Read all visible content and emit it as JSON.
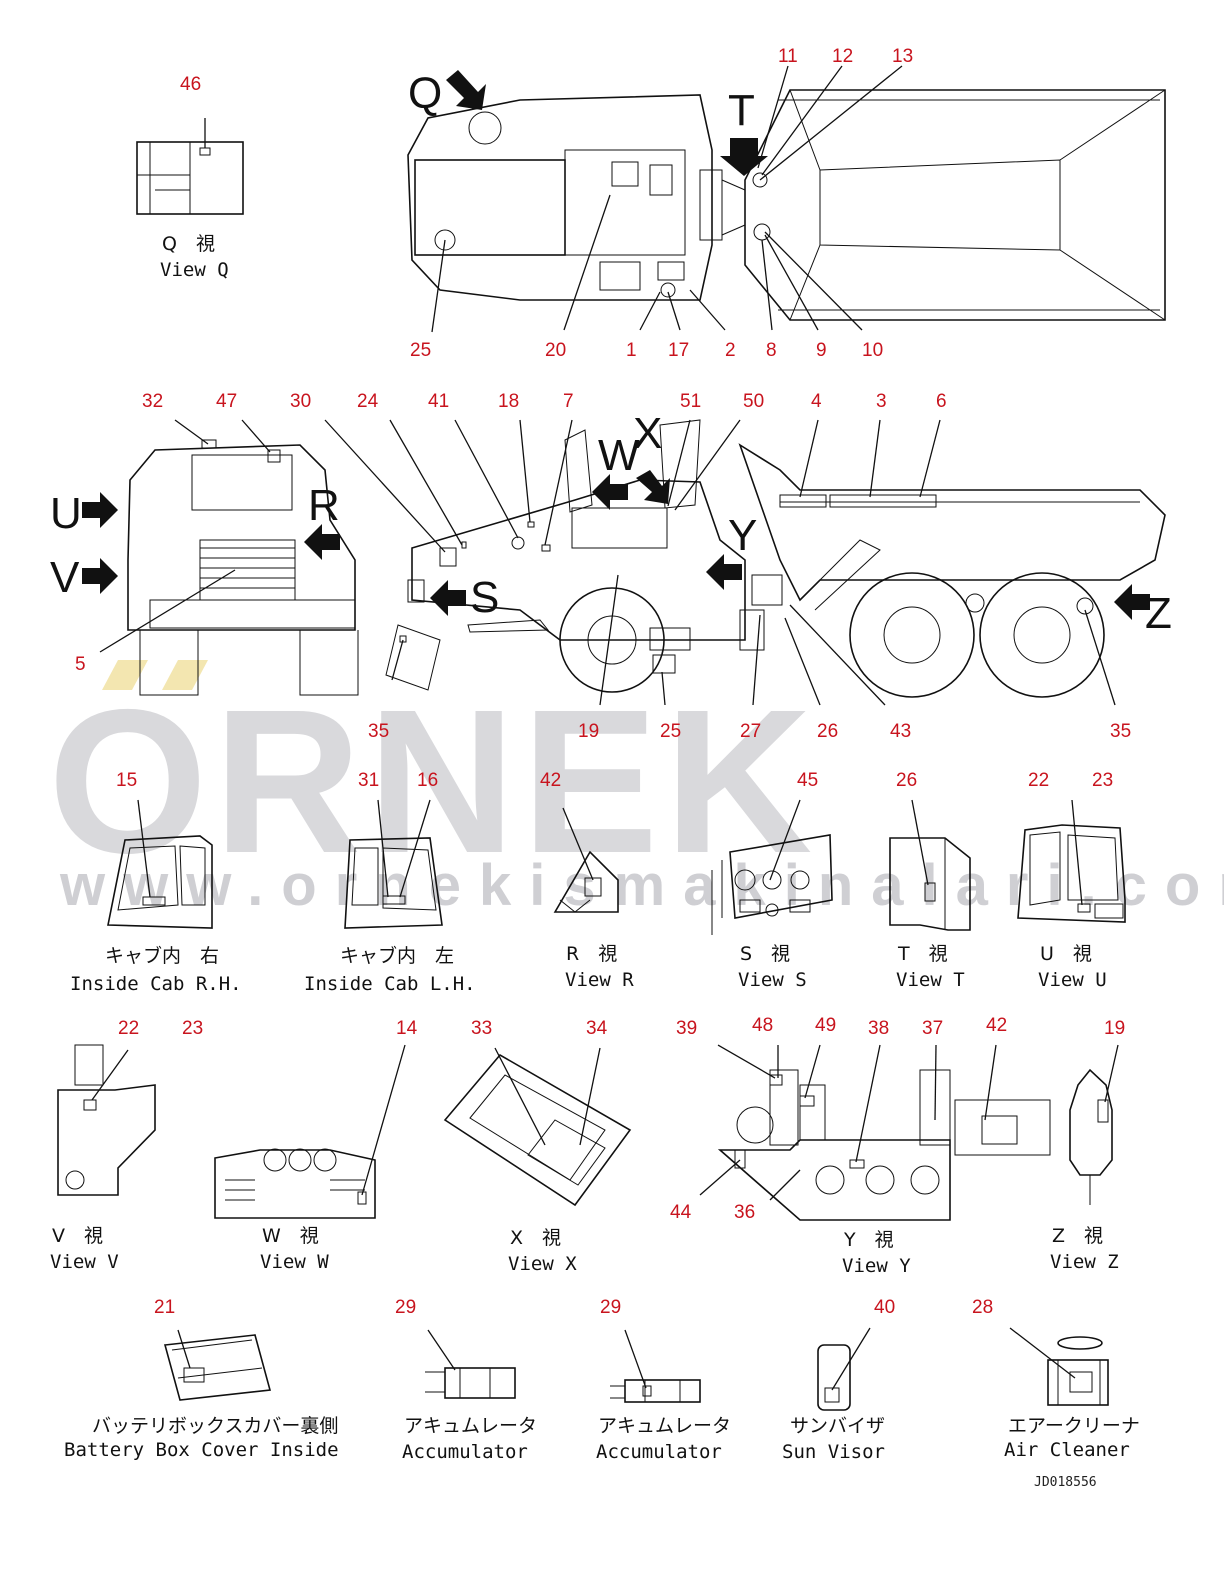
{
  "watermark": {
    "brand": "ORNEK",
    "url": "www.ornekismakinalari.com.tr"
  },
  "drawing_ref": "JD018556",
  "view_letters": {
    "Q": "Q",
    "T": "T",
    "U": "U",
    "V": "V",
    "R": "R",
    "S": "S",
    "W": "W",
    "X": "X",
    "Y": "Y",
    "Z": "Z"
  },
  "callouts": {
    "top_view": [
      "46",
      "11",
      "12",
      "13",
      "25",
      "20",
      "1",
      "17",
      "2",
      "8",
      "9",
      "10"
    ],
    "side_view": [
      "32",
      "47",
      "30",
      "24",
      "41",
      "18",
      "7",
      "51",
      "50",
      "4",
      "3",
      "6",
      "5",
      "35",
      "19",
      "25",
      "27",
      "26",
      "43",
      "35"
    ],
    "detail_row1": [
      "15",
      "31",
      "16",
      "42",
      "45",
      "26",
      "22",
      "23"
    ],
    "detail_row2": [
      "22",
      "23",
      "14",
      "33",
      "34",
      "39",
      "48",
      "49",
      "38",
      "37",
      "42",
      "19",
      "44",
      "36"
    ],
    "detail_row3": [
      "21",
      "29",
      "29",
      "40",
      "28"
    ]
  },
  "captions": {
    "view_q": {
      "jp": "Q　視",
      "en": "View Q"
    },
    "inside_cab_rh": {
      "jp": "キャブ内　右",
      "en": "Inside Cab R.H."
    },
    "inside_cab_lh": {
      "jp": "キャブ内　左",
      "en": "Inside Cab L.H."
    },
    "view_r": {
      "jp": "R　視",
      "en": "View R"
    },
    "view_s": {
      "jp": "S　視",
      "en": "View S"
    },
    "view_t": {
      "jp": "T　視",
      "en": "View T"
    },
    "view_u": {
      "jp": "U　視",
      "en": "View U"
    },
    "view_v": {
      "jp": "V　視",
      "en": "View V"
    },
    "view_w": {
      "jp": "W　視",
      "en": "View W"
    },
    "view_x": {
      "jp": "X　視",
      "en": "View X"
    },
    "view_y": {
      "jp": "Y　視",
      "en": "View Y"
    },
    "view_z": {
      "jp": "Z　視",
      "en": "View Z"
    },
    "battery_box": {
      "jp": "バッテリボックスカバー裏側",
      "en": "Battery Box Cover Inside"
    },
    "accumulator_1": {
      "jp": "アキュムレータ",
      "en": "Accumulator"
    },
    "accumulator_2": {
      "jp": "アキュムレータ",
      "en": "Accumulator"
    },
    "sun_visor": {
      "jp": "サンバイザ",
      "en": "Sun Visor"
    },
    "air_cleaner": {
      "jp": "エアークリーナ",
      "en": "Air Cleaner"
    }
  },
  "colors": {
    "callout": "#c8141e",
    "line": "#111111",
    "watermark": "#d9d9dc",
    "background": "#ffffff"
  }
}
